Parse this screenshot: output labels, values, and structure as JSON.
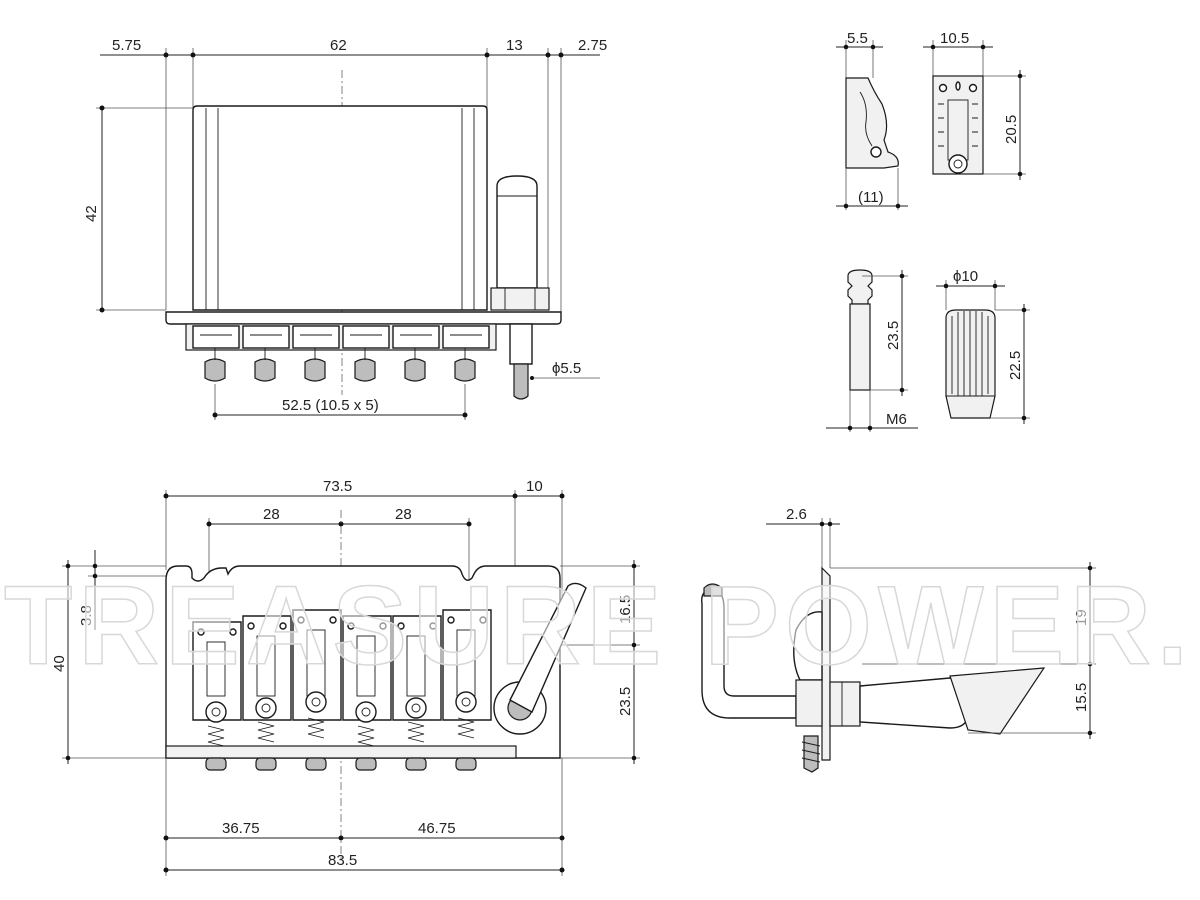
{
  "dimensions": {
    "top_view": {
      "left_offset": "5.75",
      "plate_width": "62",
      "post_offset": "13",
      "post_edge": "2.75",
      "height": "42",
      "string_spacing": "52.5 (10.5 x 5)",
      "arm_diameter": "ϕ5.5"
    },
    "saddle": {
      "side_width": "5.5",
      "side_height": "(11)",
      "front_width": "10.5",
      "front_height": "20.5"
    },
    "arm_tip": {
      "length": "23.5",
      "thread": "M6"
    },
    "knob": {
      "diameter": "ϕ10",
      "length": "22.5"
    },
    "front_view": {
      "total_width_upper": "73.5",
      "arm_offset": "10",
      "spacing_left": "28",
      "spacing_right": "28",
      "depth": "40",
      "notch": "3.8",
      "upper_height": "16.5",
      "lower_height": "23.5",
      "bottom_left": "36.75",
      "bottom_right": "46.75",
      "total_width": "83.5"
    },
    "side_view": {
      "plate_thickness": "2.6",
      "upper": "19",
      "lower": "15.5"
    }
  },
  "watermark": "TREASURE POWER."
}
